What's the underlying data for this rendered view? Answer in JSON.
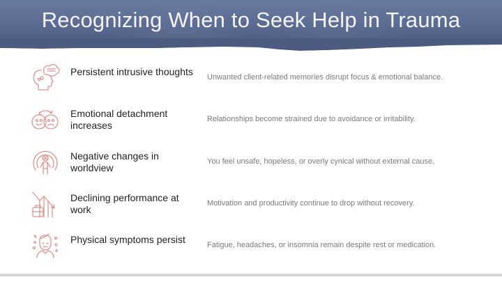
{
  "header": {
    "title": "Recognizing When to Seek Help in Trauma",
    "background_color": "#5a6a90"
  },
  "accent_color": "#d9958f",
  "rows": [
    {
      "icon": "thinking-head-icon",
      "label": "Persistent intrusive thoughts",
      "description": "Unwanted client-related memories disrupt focus & emotional balance."
    },
    {
      "icon": "happy-sad-faces-icon",
      "label": "Emotional detachment increases",
      "description": "Relationships become strained due to avoidance or irritability."
    },
    {
      "icon": "person-signal-icon",
      "label": "Negative changes in worldview",
      "description": "You feel unsafe, hopeless, or overly cynical without external cause."
    },
    {
      "icon": "declining-chart-briefcase-icon",
      "label": "Declining performance at work",
      "description": "Motivation and productivity continue to drop without recovery."
    },
    {
      "icon": "sick-person-icon",
      "label": "Physical symptoms persist",
      "description": "Fatigue, headaches, or insomnia remain despite rest or medication."
    }
  ]
}
